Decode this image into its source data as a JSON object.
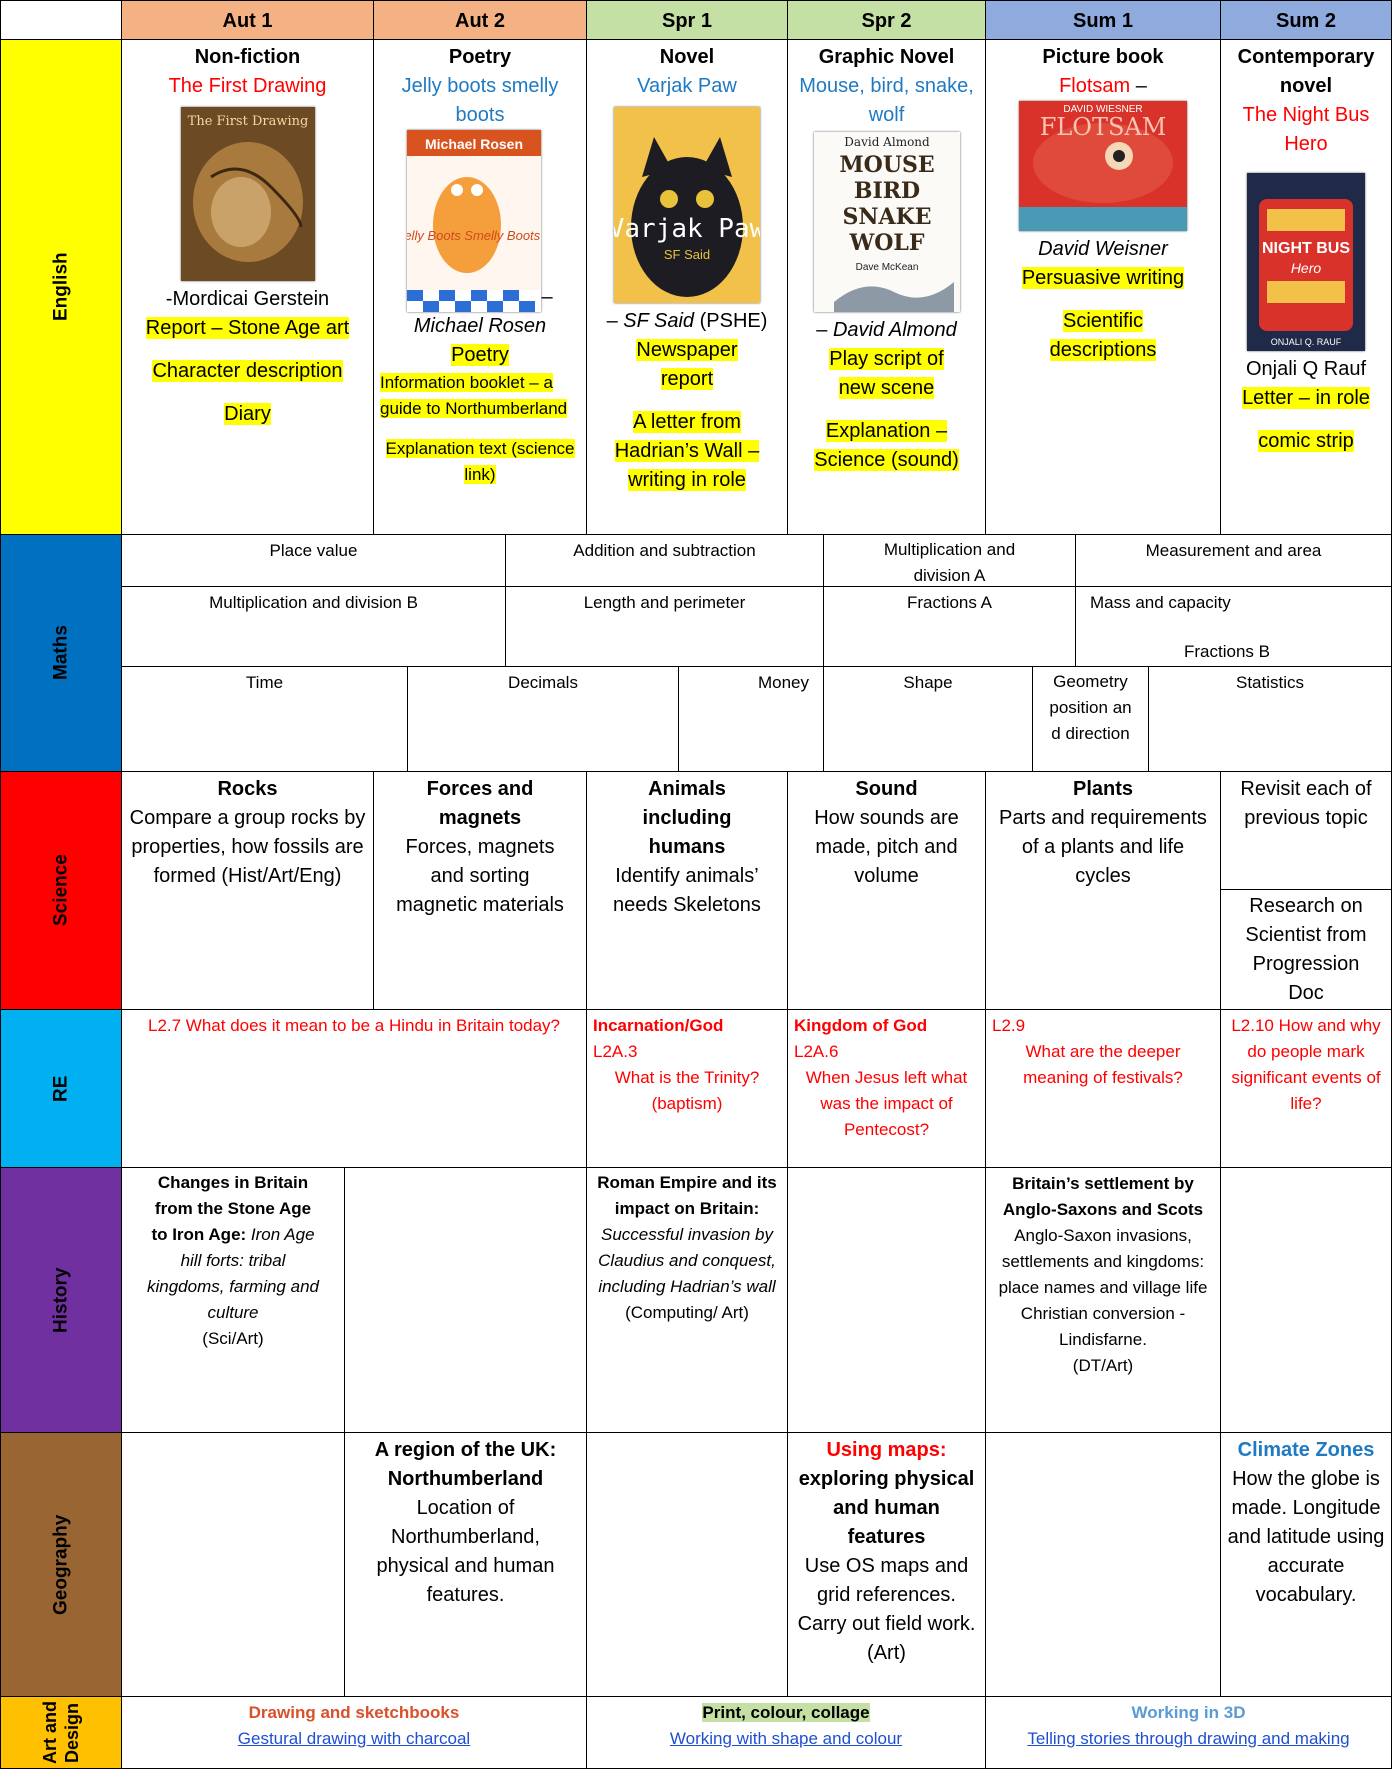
{
  "terms": [
    "Aut 1",
    "Aut 2",
    "Spr 1",
    "Spr 2",
    "Sum 1",
    "Sum 2"
  ],
  "term_colors": [
    "#f4b183",
    "#f4b183",
    "#c5e0a5",
    "#c5e0a5",
    "#8faadc",
    "#8faadc"
  ],
  "subjects": {
    "english": {
      "label": "English",
      "color": "#ffff00"
    },
    "maths": {
      "label": "Maths",
      "color": "#0070c0"
    },
    "science": {
      "label": "Science",
      "color": "#ff0000"
    },
    "re": {
      "label": "RE",
      "color": "#00b0f0"
    },
    "history": {
      "label": "History",
      "color": "#7030a0"
    },
    "geography": {
      "label": "Geography",
      "color": "#996633"
    },
    "art": {
      "label": "Art and Design",
      "color": "#ffc000"
    }
  },
  "english": {
    "aut1": {
      "genre": "Non-fiction",
      "title": "The First Drawing",
      "cover": "The First Drawing",
      "author": "-Mordicai Gerstein",
      "tasks": [
        "Report – Stone Age art",
        "Character description",
        "Diary"
      ]
    },
    "aut2": {
      "genre": "Poetry",
      "title": "Jelly boots smelly boots",
      "cover_author": "Michael Rosen",
      "cover_title": "Jelly Boots Smelly Boots",
      "dash": "–",
      "author": "Michael Rosen",
      "tasks": [
        "Poetry",
        "Information booklet – a guide to Northumberland",
        "Explanation text (science link)"
      ]
    },
    "spr1": {
      "genre": "Novel",
      "title": "Varjak Paw",
      "cover": "Varjak Paw",
      "cover_sub": "SF Said",
      "author": "SF Said",
      "author_note": "(PSHE)",
      "tasks": [
        "Newspaper report",
        "A letter from Hadrian’s Wall – writing in role"
      ]
    },
    "spr2": {
      "genre": "Graphic Novel",
      "title": "Mouse, bird, snake, wolf",
      "cover_author": "David Almond",
      "cover_title": "MOUSE BIRD SNAKE WOLF",
      "cover_ill": "Dave McKean",
      "author": "David Almond",
      "tasks": [
        "Play script of new scene",
        "Explanation – Science (sound)"
      ]
    },
    "sum1": {
      "genre": "Picture book",
      "title": "Flotsam",
      "title_suffix": " –",
      "cover_author": "DAVID WIESNER",
      "cover": "FLOTSAM",
      "author": "David Weisner",
      "tasks": [
        "Persuasive writing",
        "Scientific descriptions"
      ]
    },
    "sum2": {
      "genre": "Contemporary novel",
      "title": "The Night Bus Hero",
      "cover": "NIGHT BUS",
      "cover_sub": "Hero",
      "cover_author": "ONJALI Q. RAUF",
      "author": "Onjali Q Rauf",
      "tasks": [
        "Letter – in role",
        "comic strip"
      ]
    }
  },
  "maths": {
    "row1": [
      "Place value",
      "Addition and subtraction",
      "Multiplication and division A",
      "Measurement and area"
    ],
    "row2": [
      "Multiplication and division B",
      "Length and perimeter",
      "Fractions A",
      "Mass and capacity",
      "Fractions B"
    ],
    "row3": [
      "Time",
      "Decimals",
      "Money",
      "Shape",
      "Geometry position and direction",
      "Statistics"
    ]
  },
  "science": {
    "aut1": {
      "title": "Rocks",
      "desc": "Compare a group rocks by properties, how fossils are formed (Hist/Art/Eng)"
    },
    "aut2": {
      "title": "Forces and magnets",
      "desc": "Forces, magnets and sorting magnetic materials"
    },
    "spr1": {
      "title": "Animals including humans",
      "desc": "Identify animals’ needs Skeletons"
    },
    "spr2": {
      "title": "Sound",
      "desc": "How sounds are made, pitch and volume"
    },
    "sum1": {
      "title": "Plants",
      "desc": "Parts and requirements of a plants and life cycles"
    },
    "sum2a": "Revisit each of previous topic",
    "sum2b": "Research on Scientist from Progression Doc"
  },
  "re": {
    "aut": "L2.7 What does it mean to be a Hindu in Britain today?",
    "spr1": {
      "title": "Incarnation/God",
      "code": "L2A.3",
      "q": "What is the Trinity? (baptism)"
    },
    "spr2": {
      "title": "Kingdom of God",
      "code": "L2A.6",
      "q": "When Jesus left what was the impact of Pentecost?"
    },
    "sum1": {
      "code": "L2.9",
      "q": "What are the deeper meaning of festivals?"
    },
    "sum2": "L2.10 How and why do people mark significant events of life?"
  },
  "history": {
    "aut1": {
      "title": "Changes in Britain from the Stone Age to Iron Age:",
      "italic": "Iron Age hill forts: tribal kingdoms, farming and culture",
      "link": "(Sci/Art)"
    },
    "spr1": {
      "title": "Roman Empire and its impact on Britain:",
      "italic": "Successful invasion by Claudius and conquest, including Hadrian’s wall",
      "link": "(Computing/ Art)"
    },
    "sum1": {
      "title": "Britain’s settlement by Anglo-Saxons and Scots",
      "desc": "Anglo-Saxon invasions, settlements and kingdoms: place names and village life Christian conversion - Lindisfarne.",
      "link": "(DT/Art)"
    }
  },
  "geography": {
    "aut2": {
      "title": "A region of the UK: Northumberland",
      "desc": "Location of Northumberland, physical and human features."
    },
    "spr2": {
      "title_red": "Using maps:",
      "title": "exploring physical and human features",
      "desc": "Use OS maps and grid references. Carry out field work.",
      "link": "(Art)"
    },
    "sum2": {
      "title": "Climate Zones",
      "desc": "How the globe is made. Longitude and latitude using accurate vocabulary."
    }
  },
  "art": {
    "aut": {
      "title": "Drawing and sketchbooks",
      "link": "Gestural drawing with charcoal"
    },
    "spr": {
      "title": "Print, colour, collage",
      "link": "Working with shape and colour"
    },
    "sum": {
      "title": "Working in 3D",
      "link": "Telling stories through drawing and making"
    }
  }
}
